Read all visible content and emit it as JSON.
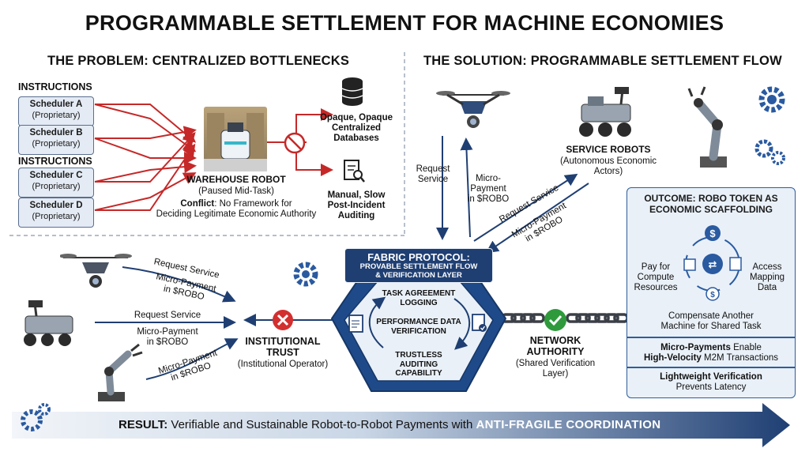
{
  "title": "PROGRAMMABLE SETTLEMENT FOR MACHINE ECONOMIES",
  "problem": {
    "heading": "THE PROBLEM: CENTRALIZED BOTTLENECKS",
    "instructions_label_1": "INSTRUCTIONS",
    "instructions_label_2": "INSTRUCTIONS",
    "schedulers": [
      {
        "name": "Scheduler A",
        "sub": "(Proprietary)"
      },
      {
        "name": "Scheduler B",
        "sub": "(Proprietary)"
      },
      {
        "name": "Scheduler C",
        "sub": "(Proprietary)"
      },
      {
        "name": "Scheduler D",
        "sub": "(Proprietary)"
      }
    ],
    "robot_title": "WAREHOUSE ROBOT",
    "robot_sub": "(Paused Mid-Task)",
    "conflict_bold": "Conflict",
    "conflict_text": ": No Framework for",
    "conflict_text2": "Deciding Legitimate Economic Authority",
    "db_label": [
      "Opaque, Opaque",
      "Centralized",
      "Databases"
    ],
    "audit_label": [
      "Manual, Slow",
      "Post-Incident",
      "Auditing"
    ]
  },
  "solution": {
    "heading": "THE SOLUTION: PROGRAMMABLE SETTLEMENT FLOW",
    "service_robots_title": "SERVICE ROBOTS",
    "service_robots_sub": "(Autonomous Economic Actors)",
    "req_service_a": [
      "Request",
      "Service"
    ],
    "micro_payment_a": [
      "Micro-",
      "Payment",
      "in $ROBO"
    ],
    "req_service_b": "Request Service",
    "micro_payment_b": [
      "Micro-Payment",
      "in $ROBO"
    ]
  },
  "left_flow": {
    "req1": "Request Service",
    "pay1": [
      "Micro-Payment",
      "in $ROBO"
    ],
    "req2": "Request Service",
    "pay2": [
      "Micro-Payment",
      "in $ROBO"
    ],
    "pay3": [
      "Micro-Payment",
      "in $ROBO"
    ],
    "inst_title": [
      "INSTITUTIONAL",
      "TRUST"
    ],
    "inst_sub": "(Institutional Operator)"
  },
  "fabric": {
    "title": "FABRIC PROTOCOL:",
    "sub": [
      "PROVABLE SETTLEMENT FLOW",
      "& VERIFICATION LAYER"
    ],
    "steps": [
      [
        "TASK AGREEMENT",
        "LOGGING"
      ],
      [
        "PERFORMANCE DATA",
        "VERIFICATION"
      ],
      [
        "TRUSTLESS",
        "AUDITING",
        "CAPABILITY"
      ]
    ]
  },
  "network": {
    "title": [
      "NETWORK",
      "AUTHORITY"
    ],
    "sub": [
      "(Shared Verification",
      "Layer)"
    ]
  },
  "outcome": {
    "title": [
      "OUTCOME: ROBO TOKEN AS",
      "ECONOMIC SCAFFOLDING"
    ],
    "pay_compute": [
      "Pay for",
      "Compute",
      "Resources"
    ],
    "access_mapping": [
      "Access",
      "Mapping",
      "Data"
    ],
    "compensate": [
      "Compensate Another",
      "Machine for Shared Task"
    ],
    "micro_bold": "Micro-Payments",
    "micro_rest": " Enable",
    "hv_bold": "High-Velocity",
    "hv_rest": " M2M Transactions",
    "lw_bold": "Lightweight Verification",
    "lw_rest": "Prevents Latency"
  },
  "result": {
    "bold": "RESULT:",
    "text": " Verifiable and Sustainable Robot-to-Robot Payments with ",
    "highlight": "ANTI-FRAGILE COORDINATION"
  },
  "colors": {
    "navy": "#1f3f73",
    "blue": "#2a5aa0",
    "red": "#d32f2f",
    "green": "#2e9a3c",
    "light_blue": "#e4ebf4"
  }
}
